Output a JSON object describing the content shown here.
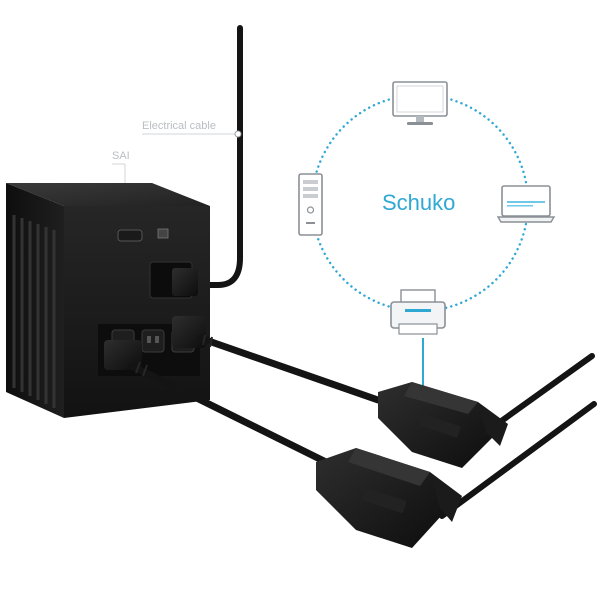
{
  "labels": {
    "electrical_cable": "Electrical cable",
    "sai": "SAI",
    "schuko": "Schuko"
  },
  "colors": {
    "accent": "#2fa8d4",
    "label_gray": "#b9bec4",
    "device_body": "#1c1c1c",
    "device_top": "#2b2b2b",
    "cable": "#141414"
  },
  "icons": [
    "monitor-icon",
    "laptop-icon",
    "printer-icon",
    "desktop-tower-icon"
  ]
}
